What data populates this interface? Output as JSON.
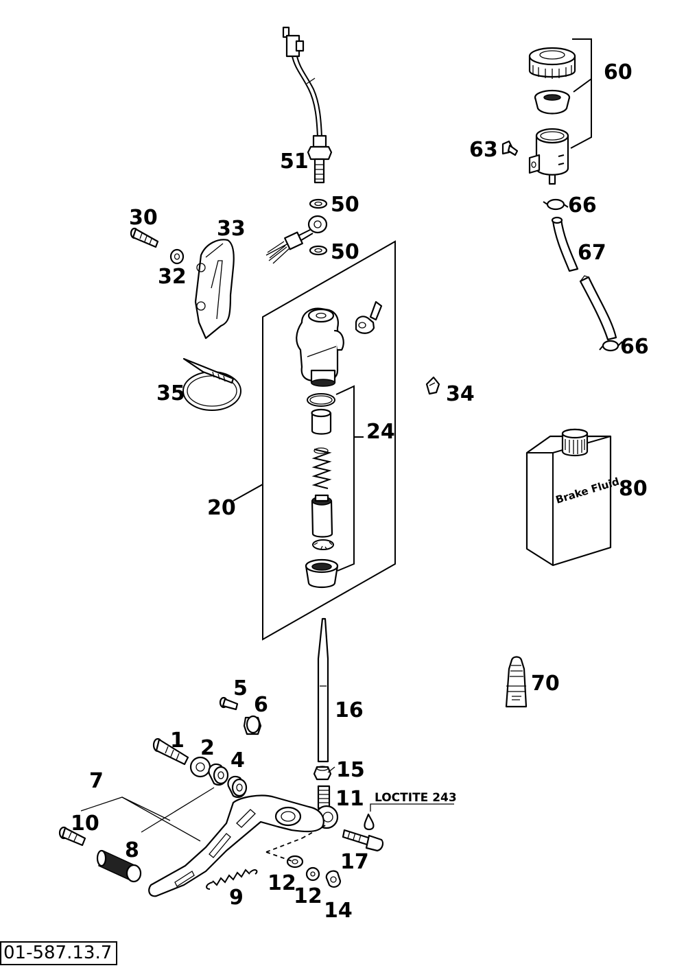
{
  "diagram": {
    "labels": {
      "p1": "1",
      "p2": "2",
      "p4": "4",
      "p5": "5",
      "p6": "6",
      "p7": "7",
      "p8": "8",
      "p9": "9",
      "p10": "10",
      "p11": "11",
      "p12a": "12",
      "p12b": "12",
      "p14": "14",
      "p15": "15",
      "p16": "16",
      "p17": "17",
      "p20": "20",
      "p24": "24",
      "p30": "30",
      "p32": "32",
      "p33": "33",
      "p34": "34",
      "p35": "35",
      "p50a": "50",
      "p50b": "50",
      "p51": "51",
      "p60": "60",
      "p63": "63",
      "p66a": "66",
      "p66b": "66",
      "p67": "67",
      "p70": "70",
      "p80": "80"
    },
    "loctite_note": "LOCTITE 243",
    "fluid_can_text": "Brake Fluid",
    "document_ref": "01-587.13.7"
  }
}
